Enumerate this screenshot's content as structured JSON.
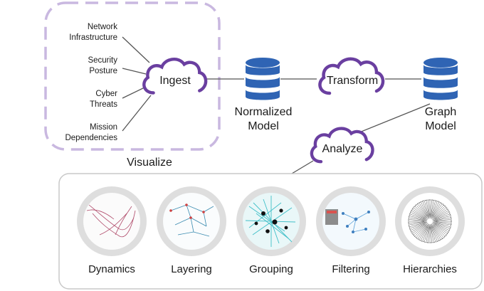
{
  "sources": {
    "items": [
      {
        "line1": "Network",
        "line2": "Infrastructure"
      },
      {
        "line1": "Security",
        "line2": "Posture"
      },
      {
        "line1": "Cyber",
        "line2": "Threats"
      },
      {
        "line1": "Mission",
        "line2": "Dependencies"
      }
    ]
  },
  "clouds": {
    "ingest": "Ingest",
    "transform": "Transform",
    "analyze": "Analyze"
  },
  "databases": {
    "normalized": {
      "line1": "Normalized",
      "line2": "Model"
    },
    "graph": {
      "line1": "Graph",
      "line2": "Model"
    }
  },
  "visualize_label": "Visualize",
  "capabilities": {
    "items": [
      {
        "label": "Dynamics"
      },
      {
        "label": "Layering"
      },
      {
        "label": "Grouping"
      },
      {
        "label": "Filtering"
      },
      {
        "label": "Hierarchies"
      }
    ]
  },
  "colors": {
    "accent_purple": "#6a3fa0",
    "dashed_border": "#c9b8e0",
    "database_blue": "#2f64b4",
    "panel_border": "#c8c8c8",
    "circle_ring": "#dedede"
  }
}
